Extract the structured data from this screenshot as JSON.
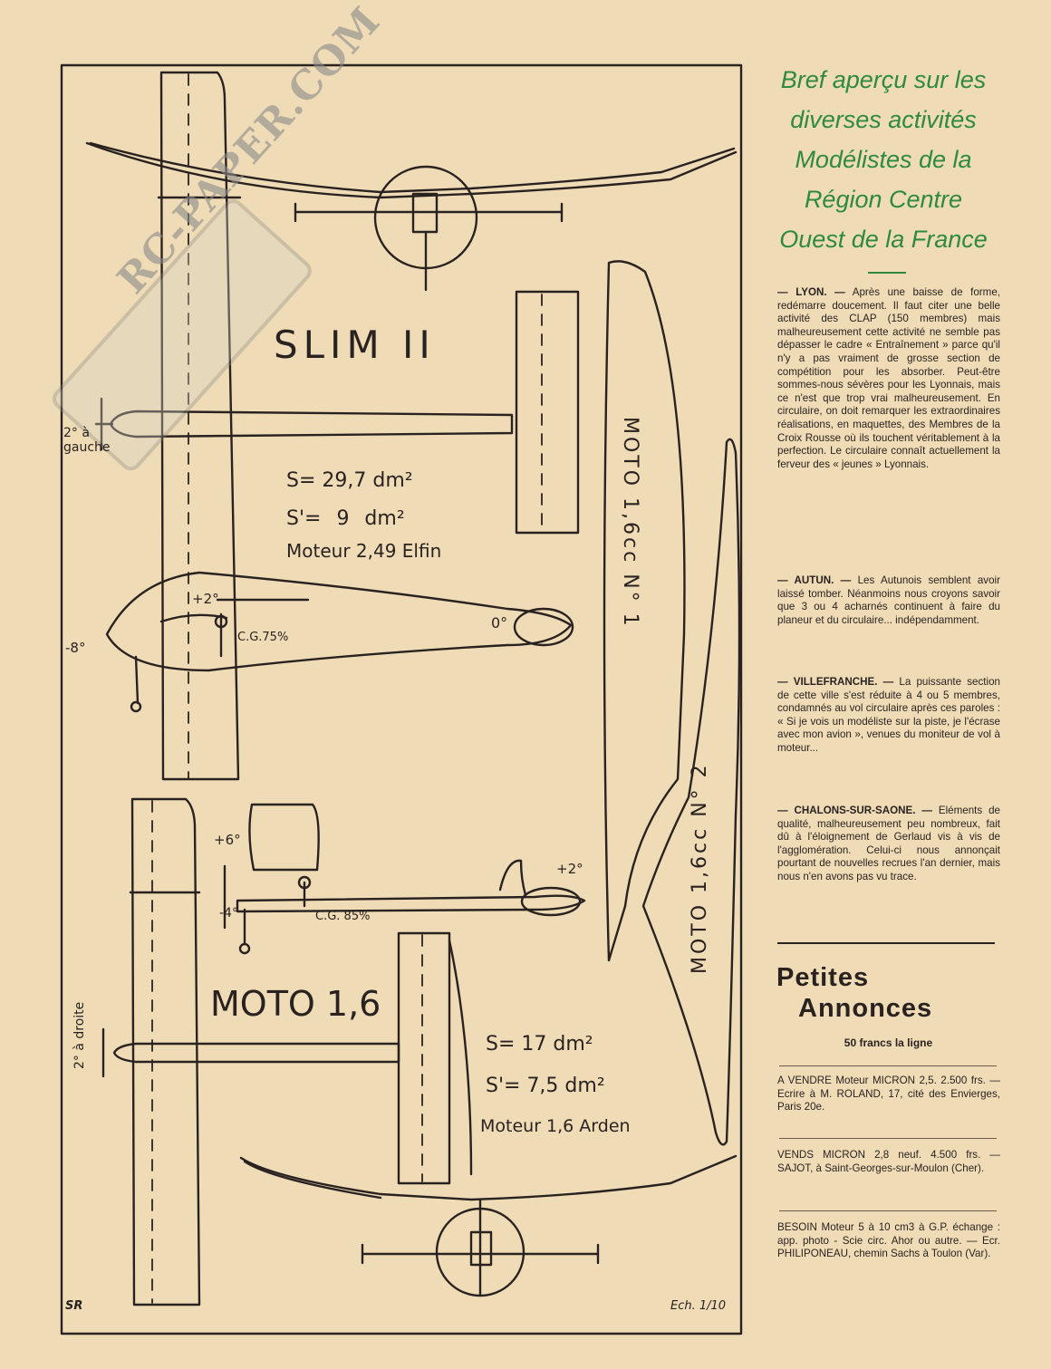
{
  "plans": {
    "slim_title": "SLIM II",
    "slim_engine_dir": "2° à gauche",
    "slim_surface": "S= 29,7 dm²",
    "slim_tail_surface": "S'= 9 dm²",
    "slim_engine": "Moteur 2,49 Elfin",
    "slim_stab_incidence": "+2°",
    "slim_thrust_down": "-8°",
    "slim_cg": "C.G.75%",
    "slim_wing_incidence": "0°",
    "moto_title": "MOTO 1,6",
    "moto_engine_dir": "2° à droite",
    "moto_surface": "S= 17 dm²",
    "moto_tail_surface": "S'= 7,5 dm²",
    "moto_engine": "Moteur 1,6 Arden",
    "moto_wing_incidence": "+6°",
    "moto_thrust_down": "-4°",
    "moto_cg": "C.G. 85%",
    "moto_stab_incidence": "+2°",
    "rib_label_1": "MOTO 1,6cc N° 1",
    "rib_label_2": "MOTO 1,6cc N° 2",
    "scale": "Ech. 1/10",
    "signature": "SR"
  },
  "watermark": "RC-PAPER.COM",
  "headline": [
    "Bref aperçu sur les",
    "diverses activités",
    "Modélistes de la",
    "Région Centre",
    "Ouest de la France"
  ],
  "news": [
    {
      "head": "— LYON. —",
      "body": " Après une baisse de forme, redémarre doucement. Il faut citer une belle activité des CLAP (150 membres) mais malheureusement cette activité ne semble pas dépasser le cadre « Entraînement » parce qu'il n'y a pas vraiment de grosse section de compétition pour les absorber. Peut-être sommes-nous sévères pour les Lyonnais, mais ce n'est que trop vrai malheureusement. En circulaire, on doit remarquer les extraordinaires réalisations, en maquettes, des Membres de la Croix Rousse où ils touchent véritablement à la perfection. Le circulaire connaît actuellement la ferveur des « jeunes » Lyonnais."
    },
    {
      "head": "— AUTUN. —",
      "body": " Les Autunois semblent avoir laissé tomber. Néanmoins nous croyons savoir que 3 ou 4 acharnés continuent à faire du planeur et du circulaire... indépendamment."
    },
    {
      "head": "— VILLEFRANCHE. —",
      "body": " La puissante section de cette ville s'est réduite à 4 ou 5 membres, condamnés au vol circulaire après ces paroles : « Si je vois un modéliste sur la piste, je l'écrase avec mon avion », venues du moniteur de vol à moteur..."
    },
    {
      "head": "— CHALONS-SUR-SAONE. —",
      "body": " Eléments de qualité, malheureusement peu nombreux, fait dû à l'éloignement de Gerlaud vis à vis de l'agglomération. Celui-ci nous annonçait pourtant de nouvelles recrues l'an dernier, mais nous n'en avons pas vu trace."
    }
  ],
  "ads": {
    "title_1": "Petites",
    "title_2": "Annonces",
    "price": "50 francs la ligne",
    "items": [
      "A VENDRE Moteur MICRON 2,5. 2.500 frs. — Ecrire à M. ROLAND, 17, cité des Envierges, Paris 20e.",
      "VENDS MICRON 2,8 neuf. 4.500 frs. — SAJOT, à Saint-Georges-sur-Moulon (Cher).",
      "BESOIN Moteur 5 à 10 cm3 à G.P. échange : app. photo - Scie circ. Ahor ou autre. — Ecr. PHILIPONEAU, chemin Sachs à Toulon (Var)."
    ]
  }
}
